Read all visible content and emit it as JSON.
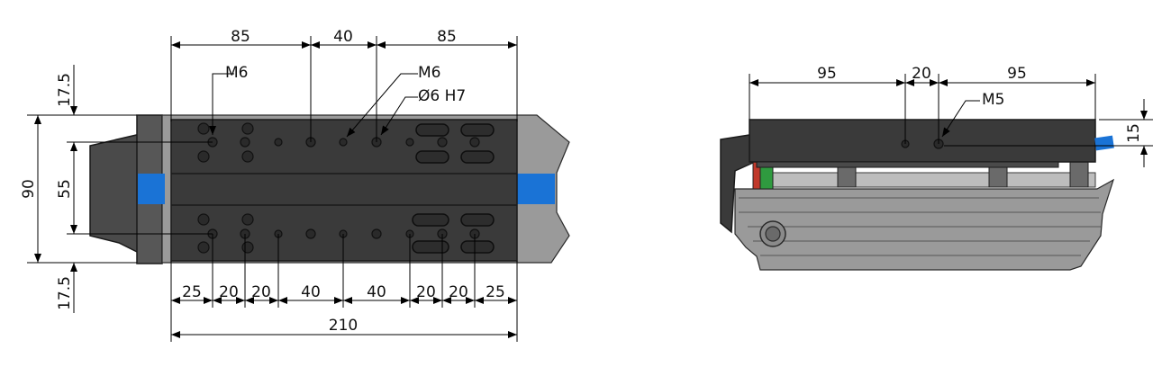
{
  "drawing": {
    "top_view": {
      "top_dims": [
        "85",
        "40",
        "85"
      ],
      "bottom_dims": [
        "25",
        "20",
        "20",
        "40",
        "40",
        "20",
        "20",
        "25"
      ],
      "overall_length": "210",
      "left_dims": [
        "17.5",
        "90",
        "55",
        "17.5"
      ],
      "callouts": {
        "thread_a": "M6",
        "thread_b": "M6",
        "pin_bore": "Ø6 H7"
      }
    },
    "side_view": {
      "top_dims": [
        "95",
        "20",
        "95"
      ],
      "height_dim": "15",
      "callout": "M5"
    },
    "colors": {
      "carriage": "#3a3a3a",
      "profile": "#9a9a9a",
      "belt": "#1a73d6",
      "green_marker": "#2f9a3f",
      "red_marker": "#c0392b"
    }
  }
}
